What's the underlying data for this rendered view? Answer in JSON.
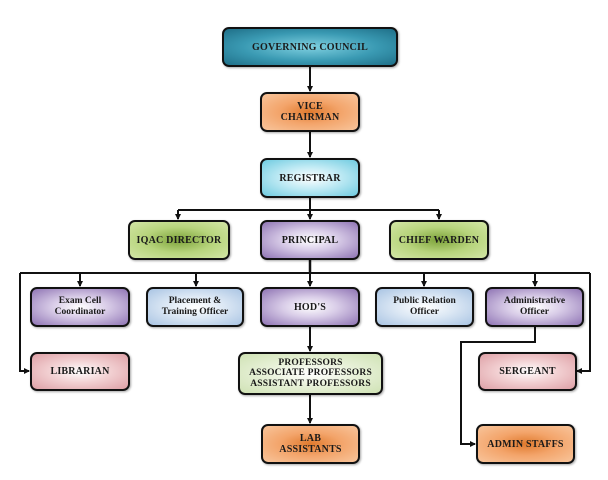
{
  "diagram": {
    "type": "organization-chart",
    "colors": {
      "line": "#111111",
      "teal": "#3a9ab3",
      "orange": "#f3a46a",
      "cyan": "#bfeaf4",
      "green": "#b7d47c",
      "purple": "#8f74b4",
      "blue": "#a9c4e3",
      "pink": "#dea0a6",
      "light_green": "#cfe2b4"
    },
    "nodes": {
      "governing_council": "GOVERNING COUNCIL",
      "vice_chairman": "VICE\nCHAIRMAN",
      "registrar": "REGISTRAR",
      "iqac_director": "IQAC DIRECTOR",
      "principal": "PRINCIPAL",
      "chief_warden": "CHIEF WARDEN",
      "exam_cell_coordinator": "Exam Cell\nCoordinator",
      "placement_training_officer": "Placement &\nTraining Officer",
      "hods": "HOD'S",
      "public_relation_officer": "Public Relation\nOfficer",
      "administrative_officer": "Administrative\nOfficer",
      "librarian": "LIBRARIAN",
      "professors": "PROFESSORS\nASSOCIATE PROFESSORS\nASSISTANT PROFESSORS",
      "sergeant": "SERGEANT",
      "lab_assistants": "LAB\nASSISTANTS",
      "admin_staffs": "ADMIN STAFFS"
    },
    "edges": [
      [
        "governing_council",
        "vice_chairman"
      ],
      [
        "vice_chairman",
        "registrar"
      ],
      [
        "registrar",
        "iqac_director"
      ],
      [
        "registrar",
        "principal"
      ],
      [
        "registrar",
        "chief_warden"
      ],
      [
        "principal",
        "exam_cell_coordinator"
      ],
      [
        "principal",
        "placement_training_officer"
      ],
      [
        "principal",
        "hods"
      ],
      [
        "principal",
        "public_relation_officer"
      ],
      [
        "principal",
        "administrative_officer"
      ],
      [
        "principal",
        "librarian"
      ],
      [
        "principal",
        "sergeant"
      ],
      [
        "hods",
        "professors"
      ],
      [
        "professors",
        "lab_assistants"
      ],
      [
        "administrative_officer",
        "admin_staffs"
      ]
    ]
  }
}
